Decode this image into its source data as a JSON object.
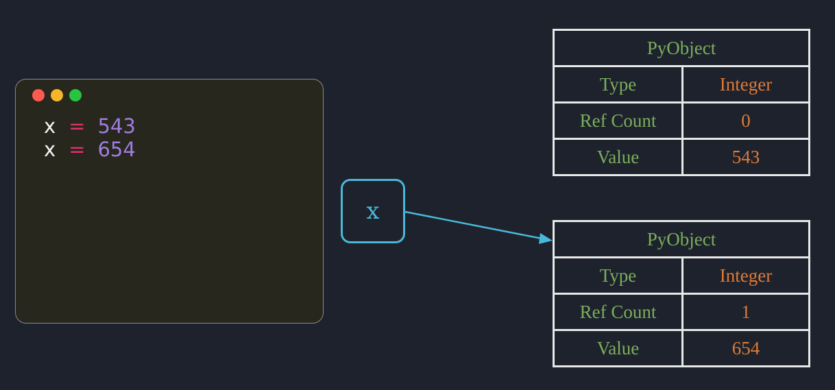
{
  "code_window": {
    "dots": [
      {
        "name": "close",
        "color": "#ff5a51"
      },
      {
        "name": "minimize",
        "color": "#f7b52a"
      },
      {
        "name": "maximize",
        "color": "#27c53f"
      }
    ],
    "lines": [
      {
        "var": "x",
        "op": "=",
        "value": "543"
      },
      {
        "var": "x",
        "op": "=",
        "value": "654"
      }
    ]
  },
  "variable": {
    "name": "x"
  },
  "objects": [
    {
      "header": "PyObject",
      "rows": [
        {
          "label": "Type",
          "value": "Integer"
        },
        {
          "label": "Ref Count",
          "value": "0"
        },
        {
          "label": "Value",
          "value": "543"
        }
      ]
    },
    {
      "header": "PyObject",
      "rows": [
        {
          "label": "Type",
          "value": "Integer"
        },
        {
          "label": "Ref Count",
          "value": "1"
        },
        {
          "label": "Value",
          "value": "654"
        }
      ]
    }
  ],
  "colors": {
    "background": "#1d222d",
    "reference": "#4ab8d8",
    "label_green": "#7cae5c",
    "value_orange": "#e07a36",
    "number_purple": "#a07de0",
    "operator_pink": "#e0306f"
  }
}
